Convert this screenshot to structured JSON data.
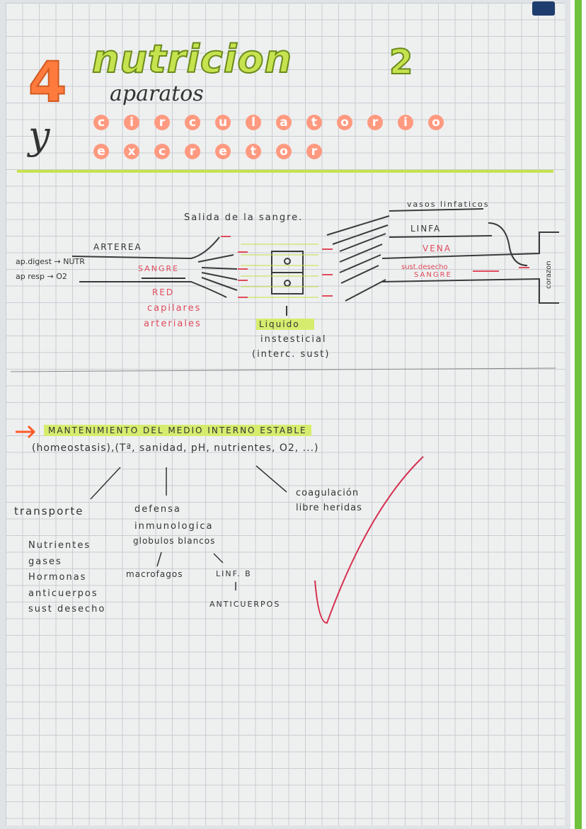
{
  "header": {
    "number": "4",
    "y": "y",
    "title": "nutricion",
    "title_number": "2",
    "subtitle": "aparatos",
    "circulatorio": [
      "c",
      "i",
      "r",
      "c",
      "u",
      "l",
      "a",
      "t",
      "o",
      "r",
      "i",
      "o"
    ],
    "excretor": [
      "e",
      "x",
      "c",
      "r",
      "e",
      "t",
      "o",
      "r"
    ]
  },
  "diagram": {
    "salida": "Salida de la sangre.",
    "arterea": "ARTEREA",
    "ap_digest": "ap.digest → NUTR",
    "ap_resp": "ap resp → O2",
    "sangre": "SANGRE",
    "red": "RED",
    "capilares": "capilares",
    "arteriales": "arteriales",
    "liquido": "Liquido",
    "instesticial": "instesticial",
    "interc": "(interc. sust)",
    "vasos": "vasos linfaticos",
    "linfa": "LINFA",
    "vena": "VENA",
    "sust_desecho": "sust.desecho",
    "sangre2": "SANGRE",
    "corazon": "corazon"
  },
  "section2": {
    "heading": "MANTENIMIENTO DEL MEDIO INTERNO ESTABLE",
    "subheading": "(homeostasis),(Tª, sanidad, pH, nutrientes, O2, ...)",
    "transporte": "transporte",
    "transporte_items": [
      "Nutrientes",
      "gases",
      "Hormonas",
      "anticuerpos",
      "sust desecho"
    ],
    "defensa": "defensa",
    "inmunologica": "inmunologica",
    "globulos": "globulos blancos",
    "macrofagos": "macrofagos",
    "linfb": "LINF. B",
    "anticuerpos": "ANTICUERPOS",
    "coagulacion": "coagulación",
    "libre": "libre heridas"
  }
}
